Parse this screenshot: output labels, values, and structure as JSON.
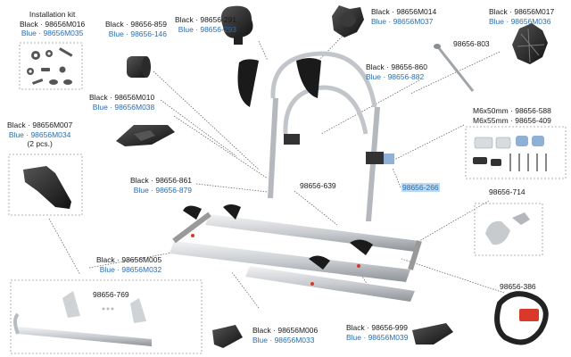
{
  "colors": {
    "black_label": "#1a1a1a",
    "blue_label": "#2a6db0",
    "highlight_bg": "#bcd9f2",
    "leader": "#555555",
    "frame": "#bdbdbd"
  },
  "parts": {
    "installation_kit": {
      "title": "Installation kit",
      "black": "Black · 98656M016",
      "blue": "Blue · 98656M035"
    },
    "knob_small": {
      "black": "Black · 98656-859",
      "blue": "Blue · 98656-146"
    },
    "knob_large": {
      "black": "Black · 98656-291",
      "blue": "Blue · 98656-293"
    },
    "knob_star": {
      "black": "Black · 98656M014",
      "blue": "Blue · 98656M037"
    },
    "gear_knob": {
      "black": "Black · 98656M017",
      "blue": "Blue · 98656M036"
    },
    "bolt_long": {
      "code": "98656-803"
    },
    "arm_clamp": {
      "black": "Black · 98656M010",
      "blue": "Blue · 98656M038"
    },
    "clamp_center": {
      "black": "Black · 98656-860",
      "blue": "Blue · 98656-882"
    },
    "screws": {
      "line1": "M6x50mm · 98656-588",
      "line2": "M6x55mm · 98656-409"
    },
    "arm_holder": {
      "black": "Black · 98656M007",
      "blue": "Blue · 98656M034",
      "qty": "(2 pcs.)"
    },
    "support_arm": {
      "black": "Black · 98656-861",
      "blue": "Blue · 98656-879"
    },
    "frame_tube": {
      "code": "98656-639"
    },
    "part_266": {
      "code": "98656-266"
    },
    "foot_cap": {
      "code": "98656-714"
    },
    "rail": {
      "black": "Black · 98656M005",
      "blue": "Blue · 98656M032"
    },
    "rail_insert": {
      "code": "98656-769"
    },
    "strap": {
      "code": "98656-386"
    },
    "rail_cap": {
      "black": "Black · 98656M006",
      "blue": "Blue · 98656M033"
    },
    "wedge_cap": {
      "black": "Black · 98656-999",
      "blue": "Blue · 98656M039"
    }
  }
}
